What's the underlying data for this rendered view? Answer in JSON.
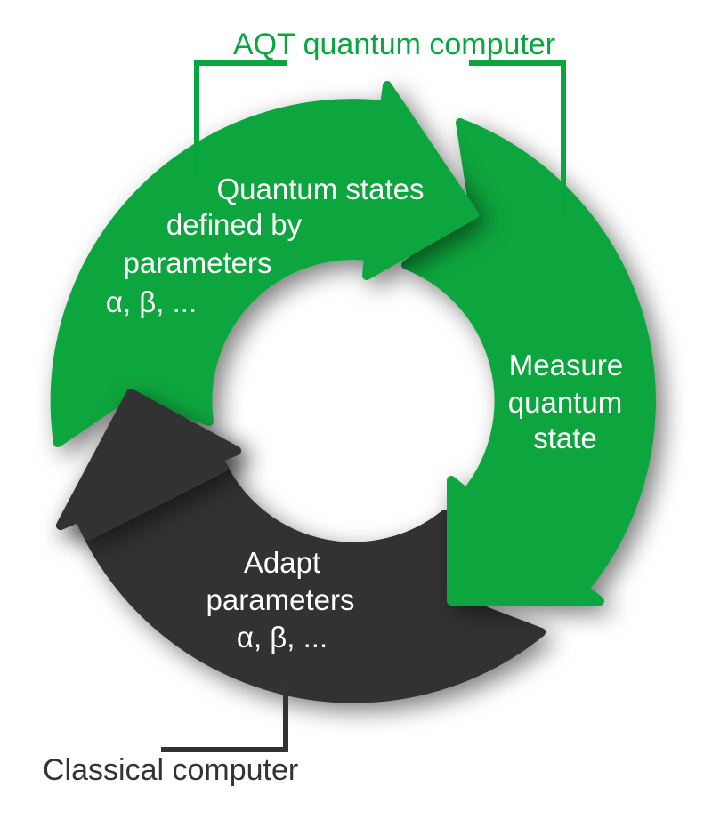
{
  "diagram": {
    "title": "AQT quantum computer",
    "footer_label": "Classical computer",
    "arrows": {
      "prepare": {
        "lines": [
          "Quantum states",
          "defined by",
          "parameters",
          "α, β, ..."
        ]
      },
      "measure": {
        "lines": [
          "Measure",
          "quantum",
          "state"
        ]
      },
      "adapt": {
        "lines": [
          "Adapt",
          "parameters",
          "α, β, ..."
        ]
      }
    },
    "colors": {
      "green": "#09a53d",
      "dark": "#333333",
      "arrow_text": "#ffffff",
      "background": "#ffffff"
    }
  }
}
